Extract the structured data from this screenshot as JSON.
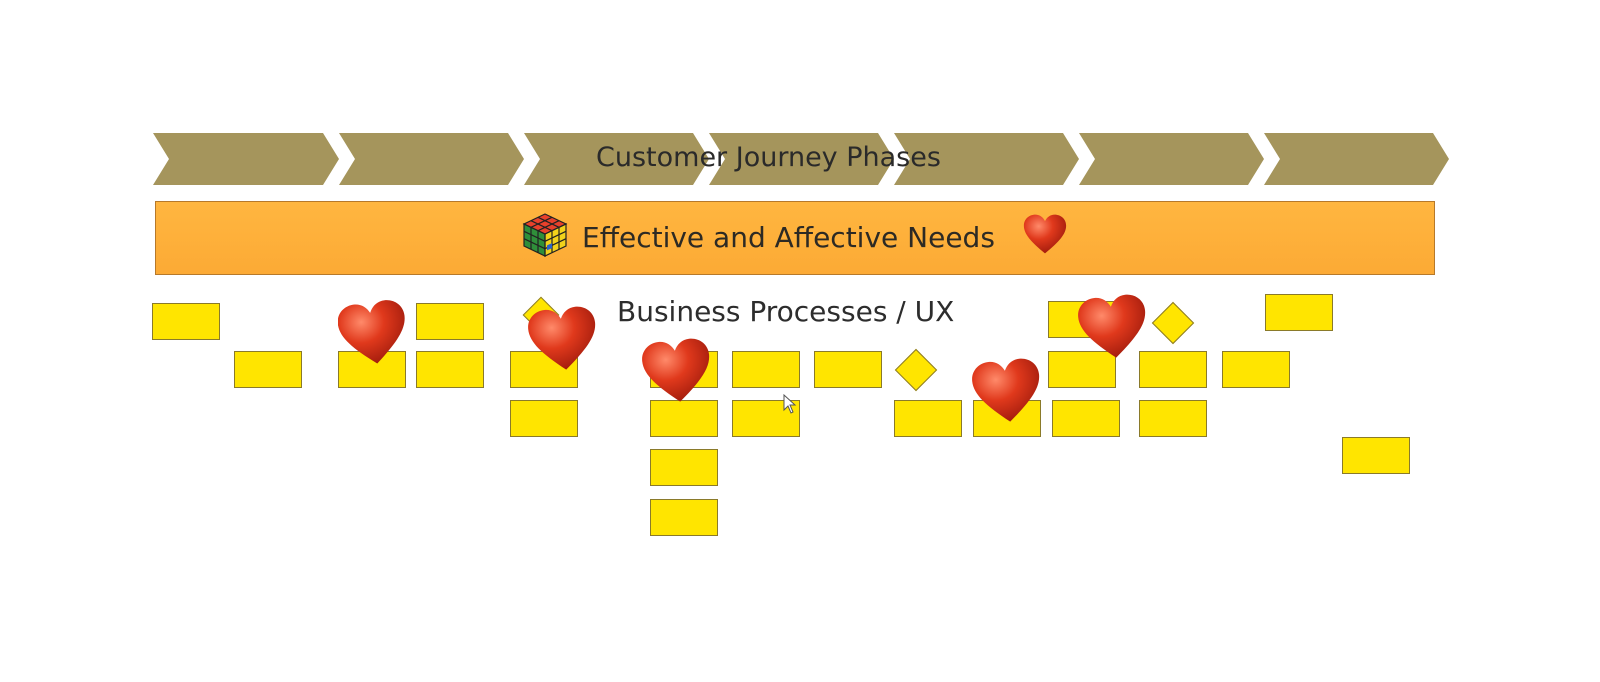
{
  "diagram": {
    "phases_label": "Customer Journey Phases",
    "phase_count": 7,
    "needs_label": "Effective and Affective Needs",
    "processes_label": "Business Processes / UX"
  },
  "colors": {
    "chevron": "#a5955c",
    "needs_band": "#ffb13d",
    "sticky_note": "#ffe500",
    "heart": "#d93a1e",
    "text": "#2d2d2d"
  },
  "icons": {
    "needs_left": "rubiks-cube-icon",
    "needs_right": "heart-icon",
    "marker": "heart-icon",
    "pointer": "mouse-cursor-icon"
  }
}
